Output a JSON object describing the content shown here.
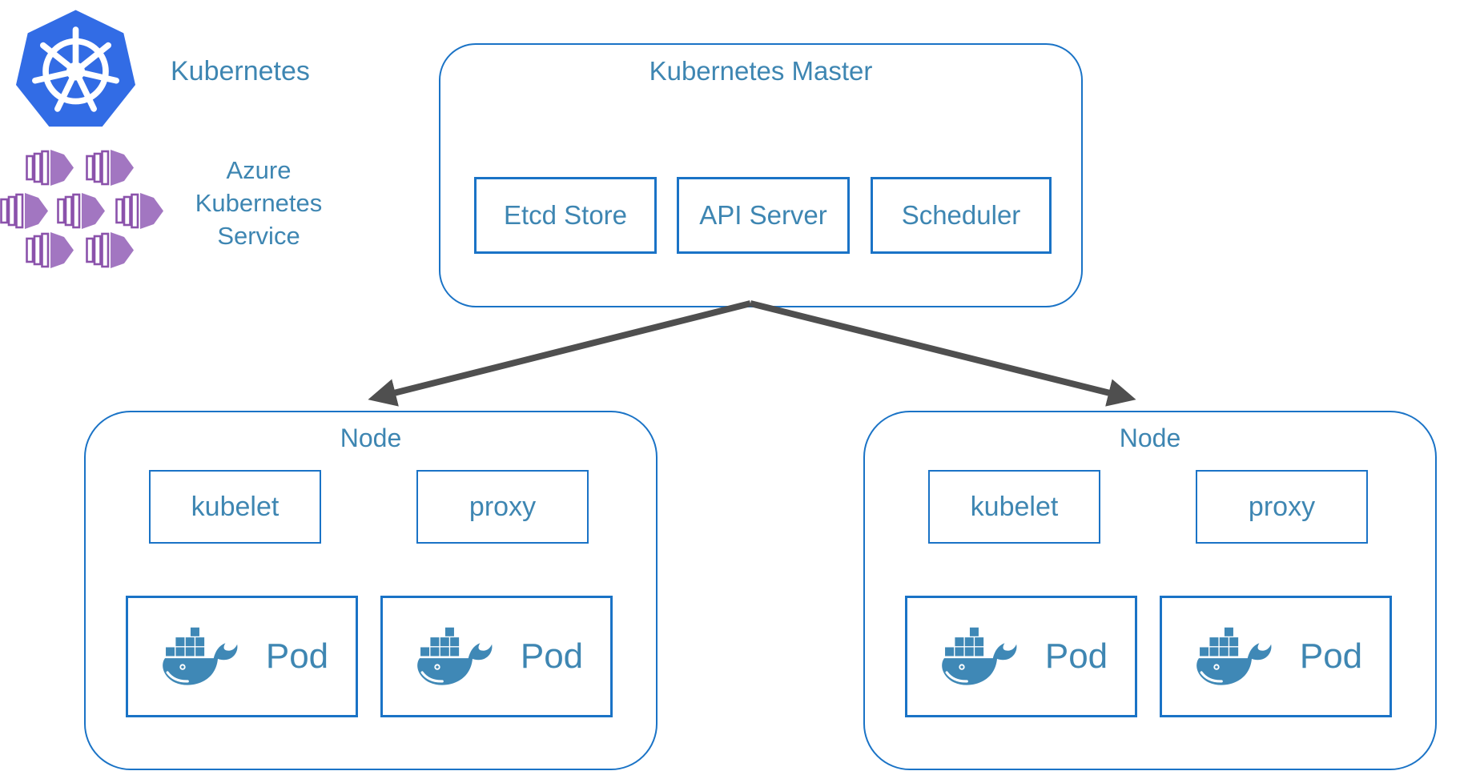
{
  "legend": {
    "kubernetes_label": "Kubernetes",
    "aks_label_lines": [
      "Azure",
      "Kubernetes",
      "Service"
    ]
  },
  "master": {
    "title": "Kubernetes Master",
    "components": [
      "Etcd Store",
      "API Server",
      "Scheduler"
    ]
  },
  "nodes": [
    {
      "title": "Node",
      "agents": [
        "kubelet",
        "proxy"
      ],
      "pods": [
        "Pod",
        "Pod"
      ]
    },
    {
      "title": "Node",
      "agents": [
        "kubelet",
        "proxy"
      ],
      "pods": [
        "Pod",
        "Pod"
      ]
    }
  ],
  "colors": {
    "box_border": "#1a73c6",
    "text_blue": "#3e86b2",
    "k8s_blue": "#326ce5",
    "aks_fill": "#a276c1",
    "aks_stroke": "#8b52ab",
    "arrow_gray": "#4f4f4f",
    "docker_blue": "#3f88b6"
  }
}
